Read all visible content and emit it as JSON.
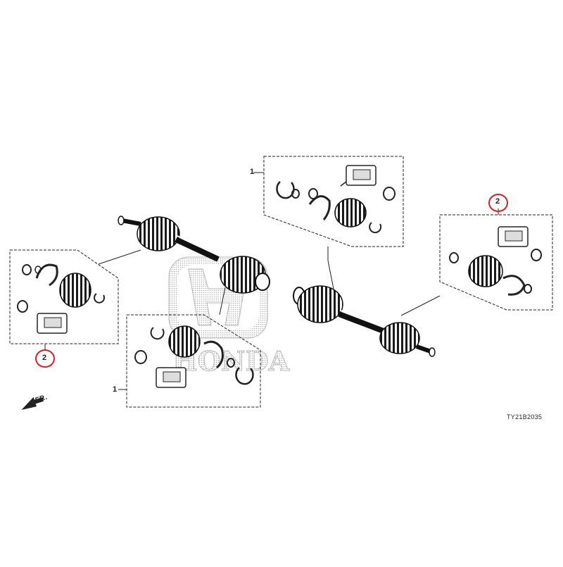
{
  "callouts": {
    "top_center_ref": "1",
    "right_ref": "2",
    "left_ref": "2",
    "bottom_center_ref": "1"
  },
  "direction_label": "FR.",
  "diagram_code": "TY21B2035",
  "watermark": "HONDA",
  "colors": {
    "ink": "#222222",
    "highlight": "#d81e1e",
    "watermark": "#bdbdbd"
  }
}
